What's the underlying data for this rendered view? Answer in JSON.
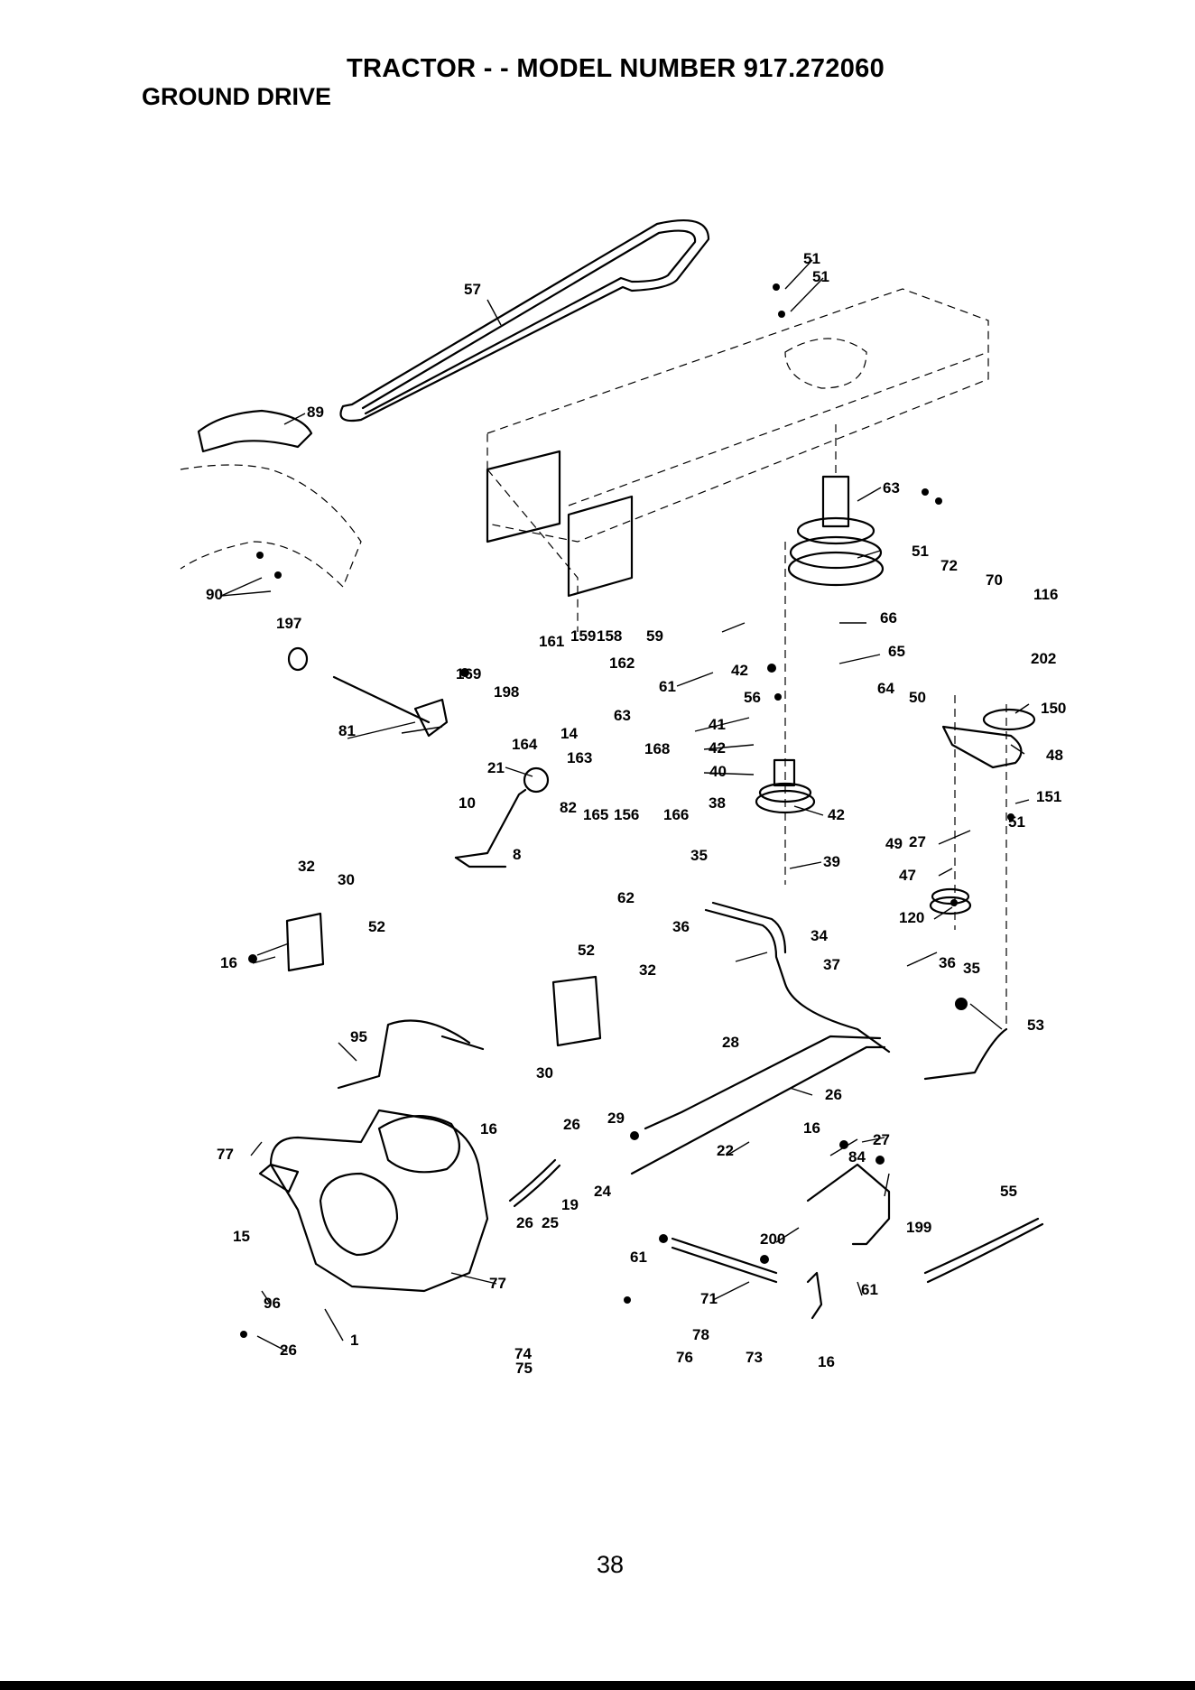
{
  "header": {
    "title": "TRACTOR - - MODEL NUMBER 917.272060",
    "subtitle": "GROUND DRIVE"
  },
  "page_number": "38",
  "callouts": [
    "51",
    "51",
    "57",
    "89",
    "90",
    "63",
    "51",
    "72",
    "70",
    "116",
    "197",
    "161",
    "159",
    "158",
    "59",
    "66",
    "169",
    "198",
    "162",
    "42",
    "65",
    "61",
    "56",
    "64",
    "50",
    "202",
    "150",
    "81",
    "164",
    "14",
    "63",
    "41",
    "42",
    "48",
    "168",
    "163",
    "40",
    "21",
    "82",
    "165",
    "156",
    "166",
    "38",
    "42",
    "27",
    "151",
    "51",
    "10",
    "49",
    "47",
    "8",
    "35",
    "39",
    "32",
    "30",
    "62",
    "36",
    "34",
    "120",
    "52",
    "16",
    "52",
    "32",
    "37",
    "36",
    "35",
    "95",
    "30",
    "28",
    "53",
    "26",
    "27",
    "29",
    "16",
    "26",
    "22",
    "77",
    "16",
    "84",
    "24",
    "19",
    "55",
    "26",
    "25",
    "199",
    "15",
    "200",
    "61",
    "71",
    "61",
    "96",
    "77",
    "1",
    "78",
    "26",
    "74",
    "75",
    "76",
    "73",
    "16"
  ]
}
